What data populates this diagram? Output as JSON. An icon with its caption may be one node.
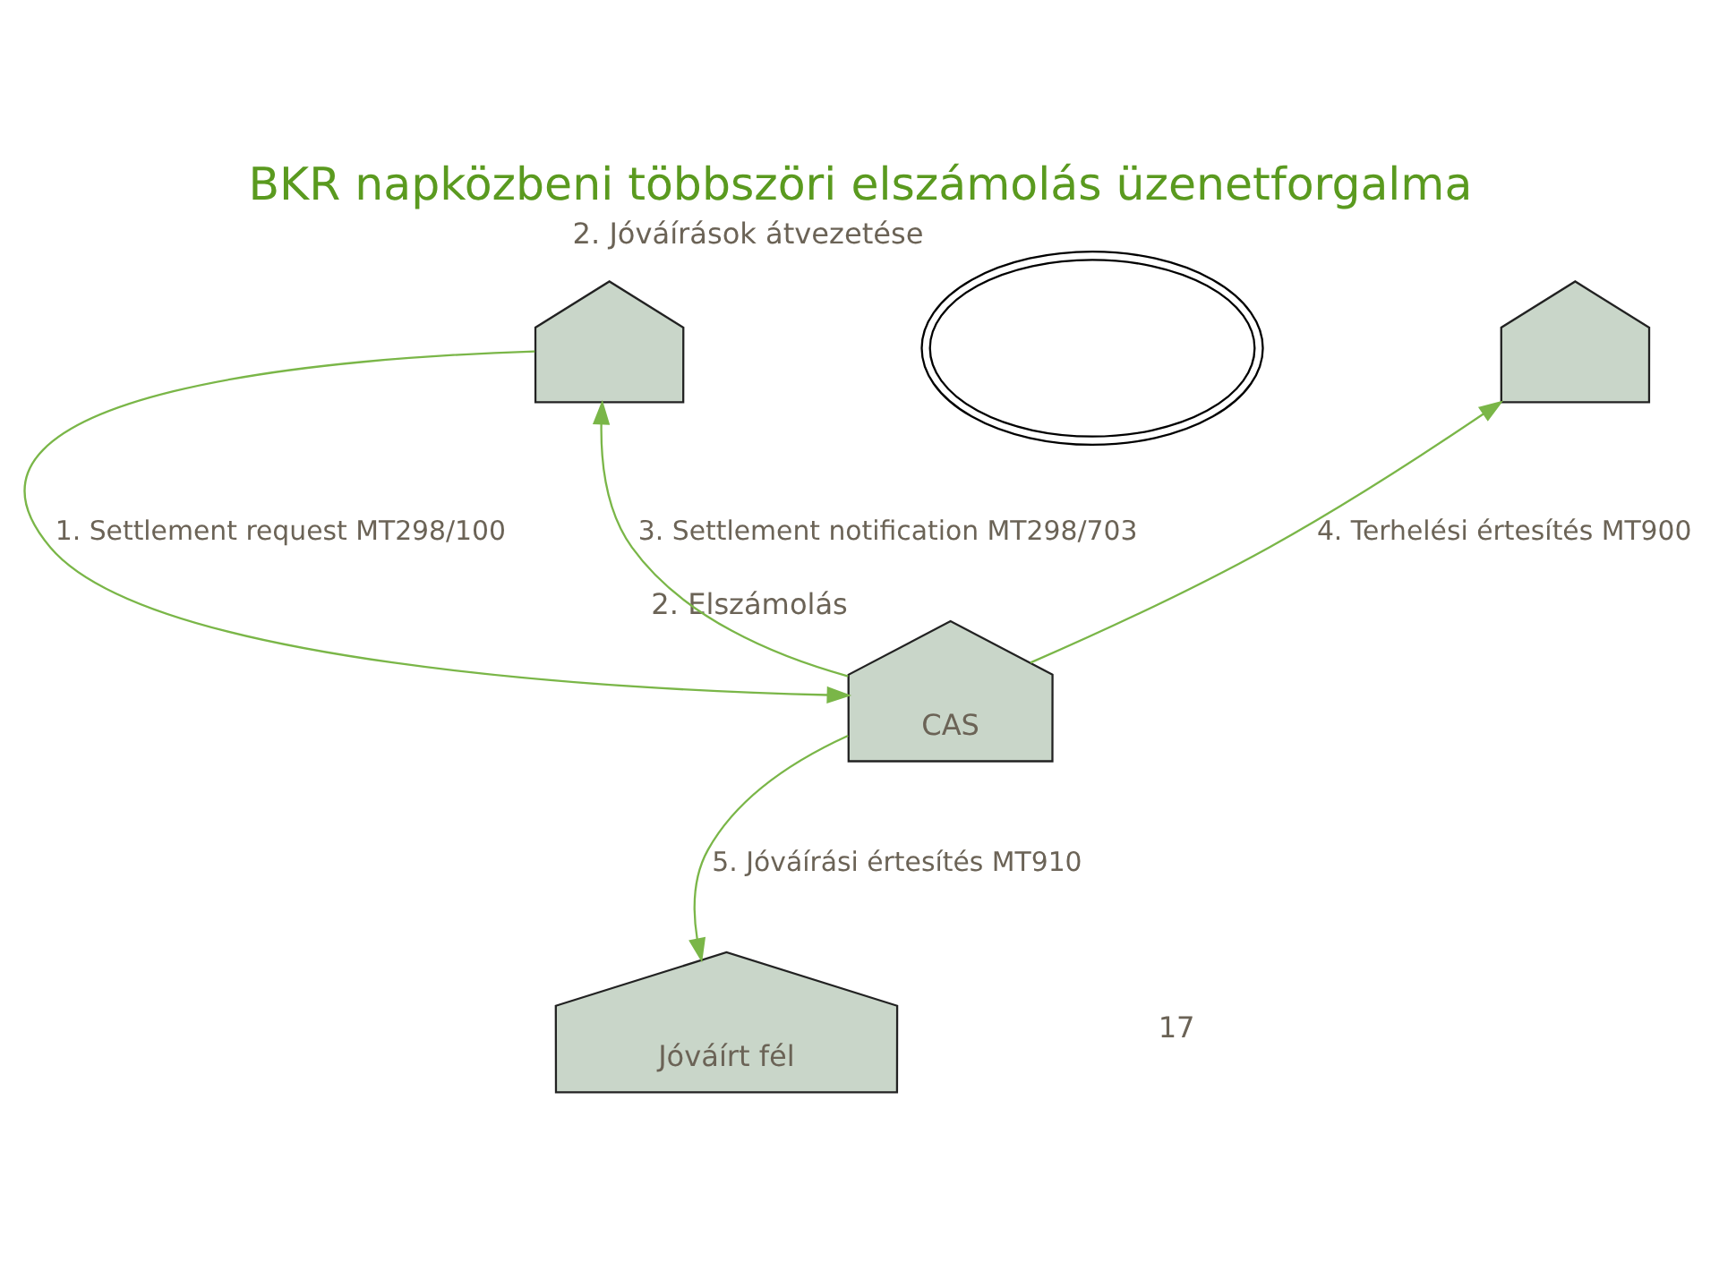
{
  "diagram": {
    "title": "BKR napközbeni többszöri elszámolás üzenetforgalma",
    "nodes": [
      {
        "text": [],
        "shape": "picture"
      },
      {
        "text": [],
        "shape": "cloud",
        "beside": [
          "2. Jóváírások átvezetése"
        ]
      },
      {
        "text": [],
        "shape": "picture"
      },
      {
        "text": [
          "Jóváírt fél"
        ]
      },
      {
        "text": [
          "CAS"
        ],
        "beside": [
          "2. Elszámolás"
        ]
      }
    ],
    "edges": [
      {
        "from": 0,
        "to": 4,
        "arrow": "to",
        "label": "1. Settlement request MT298/100"
      },
      {
        "from": 4,
        "to": 0,
        "arrow": "to",
        "label": "3. Settlement notification MT298/703"
      },
      {
        "from": 4,
        "to": 2,
        "arrow": "to",
        "label": "4. Terhelési értesítés MT900"
      },
      {
        "from": 4,
        "to": 3,
        "arrow": "to",
        "label": "5. Jóváírási értesítés MT910"
      }
    ],
    "labels": [
      "17"
    ]
  }
}
